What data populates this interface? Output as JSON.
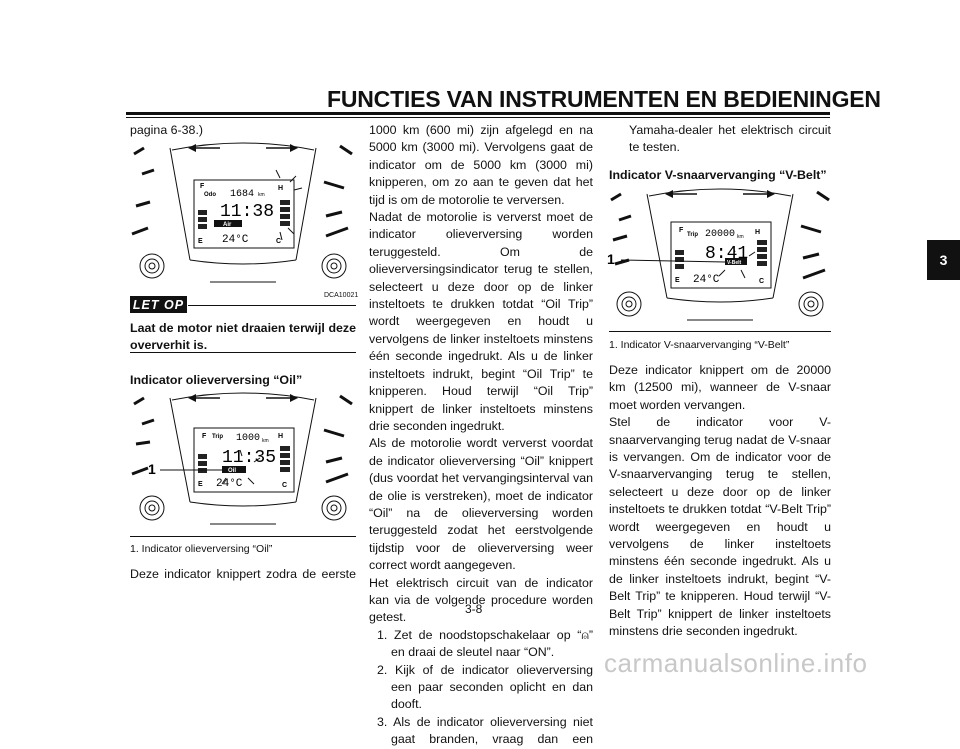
{
  "header": {
    "title": "FUNCTIES VAN INSTRUMENTEN EN BEDIENINGEN",
    "chapter_tab": "3"
  },
  "col1": {
    "intro": "pagina 6-38.)",
    "fig1_code": "DCA10021",
    "caution_label": "LET OP",
    "caution_text": "Laat de motor niet draaien terwijl deze oververhit is.",
    "heading_oil": "Indicator olieverversing “Oil”",
    "fig2_caption": "1.  Indicator olieverversing “Oil”",
    "bottom_text": "Deze indicator knippert zodra de eerste"
  },
  "col2": {
    "para1": "1000 km (600 mi) zijn afgelegd en na 5000 km (3000 mi). Vervolgens gaat de indicator om de 5000 km (3000 mi) knipperen, om zo aan te geven dat het tijd is om de motorolie te verversen.",
    "para2": "Nadat de motorolie is ververst moet de indicator olieverversing worden teruggesteld. Om de olieverversingsindicator terug te stellen, selecteert u deze door op de linker insteltoets te drukken totdat “Oil Trip” wordt weergegeven en houdt u vervolgens de linker insteltoets minstens één seconde ingedrukt. Als u de linker insteltoets indrukt, begint “Oil Trip” te knipperen. Houd terwijl “Oil Trip” knippert de linker insteltoets minstens drie seconden ingedrukt.",
    "para3": "Als de motorolie wordt ververst voordat de indicator olieverversing “Oil” knippert (dus voordat het vervangingsinterval van de olie is verstreken), moet de indicator “Oil” na de olieverversing worden teruggesteld zodat het eerstvolgende tijdstip voor de olieverversing weer correct wordt aangegeven.",
    "para4": "Het elektrisch circuit van de indicator kan via de volgende procedure worden getest.",
    "steps": [
      "1. Zet de noodstopschakelaar op “⍝” en draai de sleutel naar “ON”.",
      "2. Kijk of de indicator olieverversing een paar seconden oplicht en dan dooft.",
      "3. Als de indicator olieverversing niet gaat branden, vraag dan een"
    ]
  },
  "col3": {
    "cont": "Yamaha-dealer het elektrisch circuit te testen.",
    "heading_vbelt": "Indicator V-snaarvervanging “V-Belt”",
    "fig3_caption": "1.  Indicator V-snaarvervanging “V-Belt”",
    "para1": "Deze indicator knippert om de 20000 km (12500 mi), wanneer de V-snaar moet worden vervangen.",
    "para2": "Stel de indicator voor V-snaarvervanging terug nadat de V-snaar is vervangen. Om de indicator voor de V-snaarvervanging terug te stellen, selecteert u deze door op de linker insteltoets te drukken totdat “V-Belt Trip” wordt weergegeven en houdt u vervolgens de linker insteltoets minstens één seconde ingedrukt. Als u de linker insteltoets indrukt, begint “V-Belt Trip” te knipperen. Houd terwijl “V-Belt Trip” knippert de linker insteltoets minstens drie seconden ingedrukt."
  },
  "figures": {
    "fig1": {
      "label": "Odo",
      "odo": "1684",
      "unit": "km",
      "time": "11:38",
      "temp": "24°C",
      "badge": "Air",
      "F": "F",
      "E": "E",
      "H": "H",
      "C": "C"
    },
    "fig2": {
      "label": "Trip",
      "odo": "1000",
      "unit": "km",
      "time": "11:35",
      "temp": "24°C",
      "badge": "Oil",
      "F": "F",
      "E": "E",
      "H": "H",
      "C": "C",
      "callout": "1"
    },
    "fig3": {
      "label": "Trip",
      "odo": "20000",
      "unit": "km",
      "time": "8:41",
      "temp": "24°C",
      "badge": "V-Belt",
      "F": "F",
      "E": "E",
      "H": "H",
      "C": "C",
      "callout": "1"
    }
  },
  "footer": {
    "page_number": "3-8",
    "watermark": "carmanualsonline.info"
  }
}
